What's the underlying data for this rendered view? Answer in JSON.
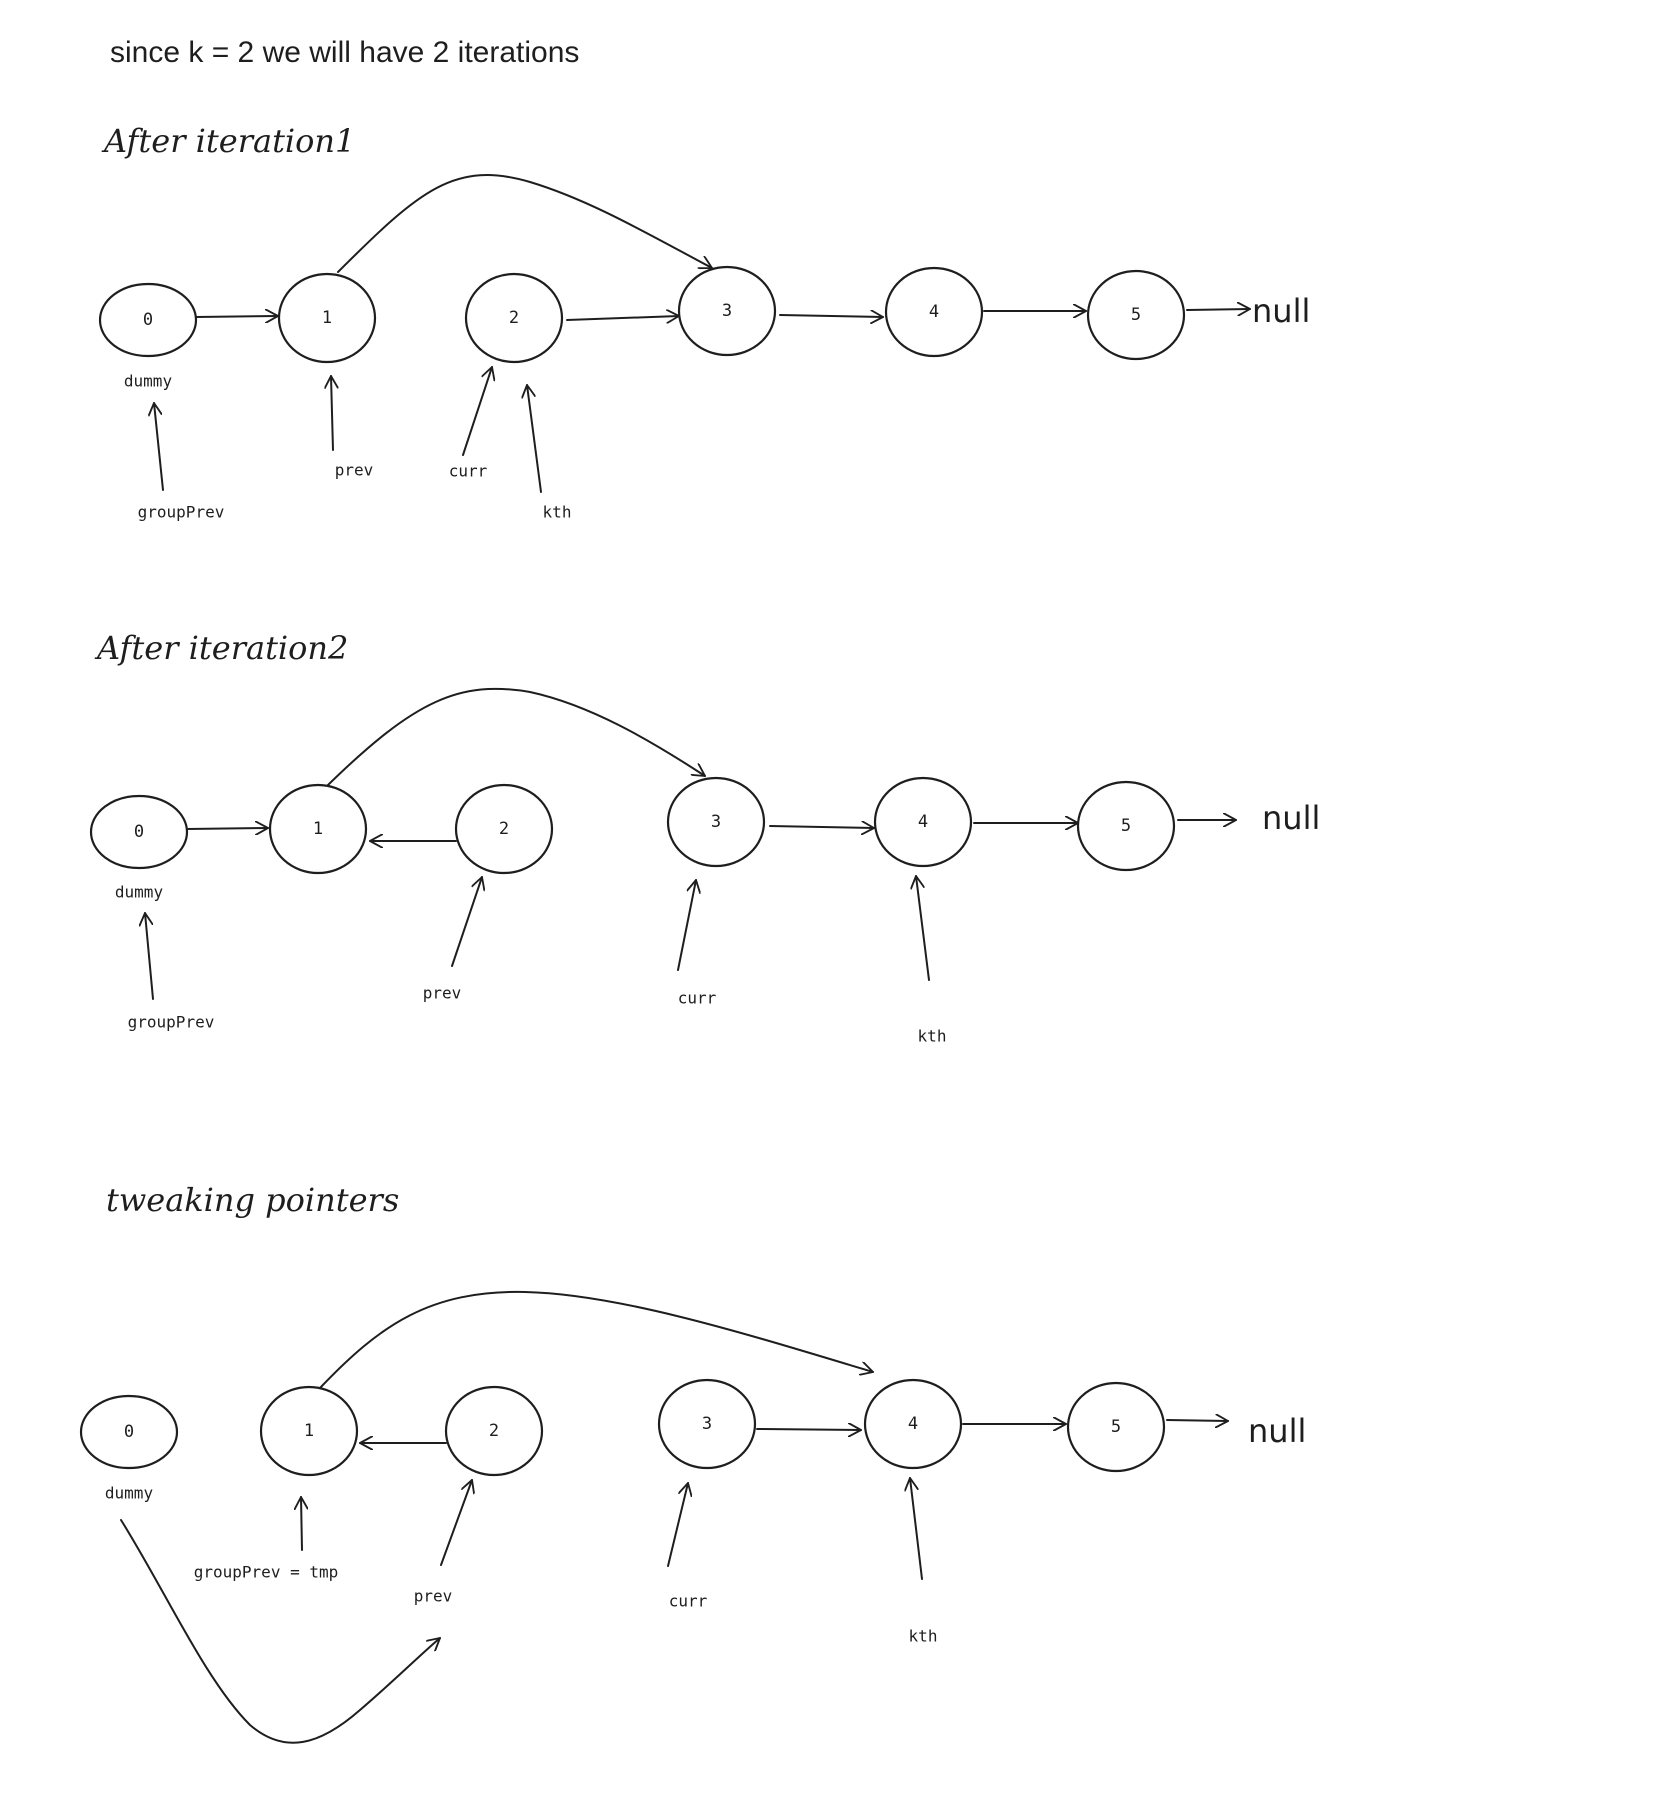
{
  "intro": "since k = 2 we will have 2 iterations",
  "sections": [
    {
      "title": "After iteration1",
      "nodes": [
        "0",
        "1",
        "2",
        "3",
        "4",
        "5"
      ],
      "null_label": "null",
      "pointer_labels": [
        "dummy",
        "groupPrev",
        "prev",
        "curr",
        "kth"
      ]
    },
    {
      "title": "After iteration2",
      "nodes": [
        "0",
        "1",
        "2",
        "3",
        "4",
        "5"
      ],
      "null_label": "null",
      "pointer_labels": [
        "dummy",
        "groupPrev",
        "prev",
        "curr",
        "kth"
      ]
    },
    {
      "title": "tweaking pointers",
      "nodes": [
        "0",
        "1",
        "2",
        "3",
        "4",
        "5"
      ],
      "null_label": "null",
      "pointer_labels": [
        "dummy",
        "groupPrev = tmp",
        "prev",
        "curr",
        "kth"
      ]
    }
  ]
}
